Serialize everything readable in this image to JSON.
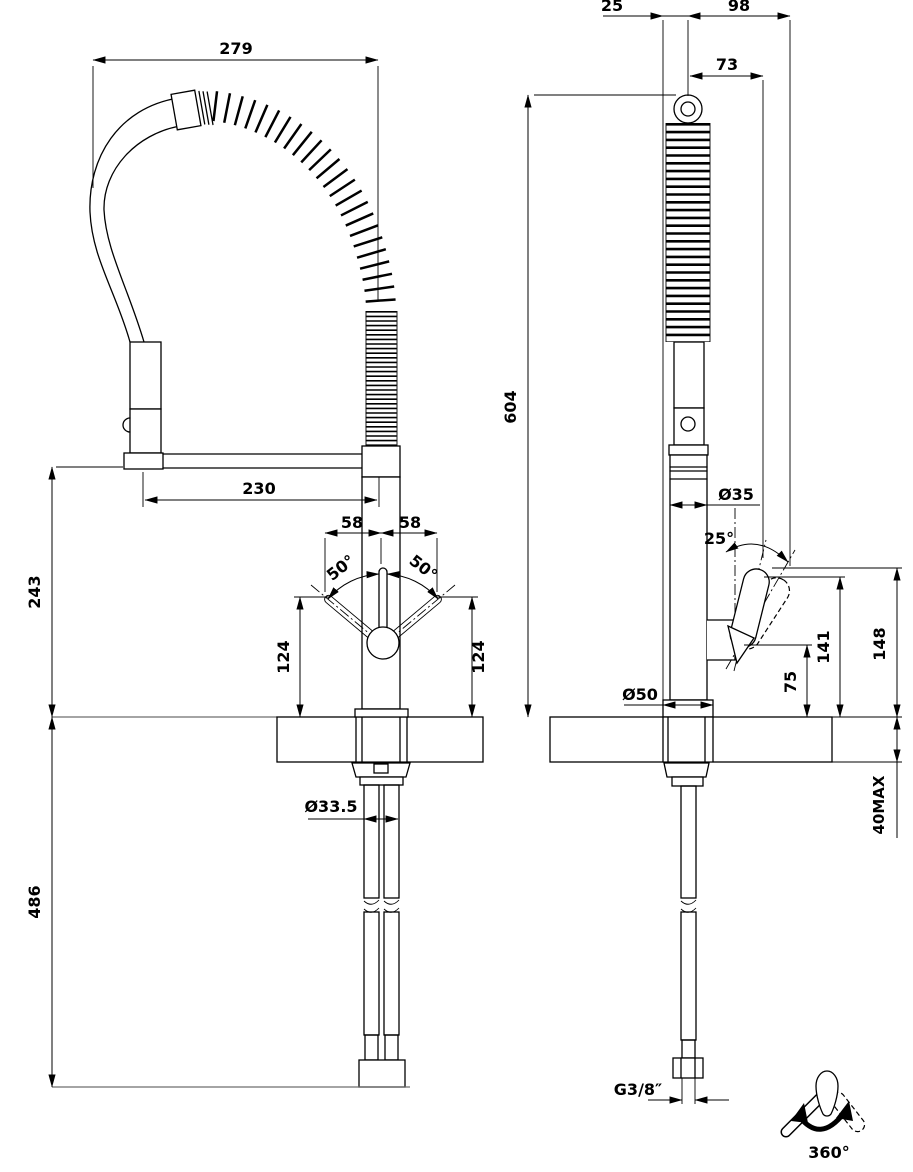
{
  "drawing": {
    "kind": "technical-dimension-drawing",
    "subject": "kitchen mixer tap with pull-down spring spray hose, front view and side view with installation dimensions",
    "units": "mm",
    "line_color": "#000000",
    "background_color": "#ffffff"
  },
  "dims": {
    "front": {
      "hose_loop_width": "279",
      "spout_reach": "230",
      "handle_span_left": "58",
      "handle_span_right": "58",
      "handle_angle_left": "50°",
      "handle_angle_right": "50°",
      "handle_height_left": "124",
      "handle_height_right": "124",
      "outlet_height": "243",
      "hose_length_below_deck": "486",
      "hole_diameter": "Ø33.5"
    },
    "side": {
      "back_offset": "25",
      "front_reach": "98",
      "handle_reach": "73",
      "total_height": "604",
      "body_diameter": "Ø35",
      "handle_tilt_angle": "25°",
      "spout_outlet_height": "141",
      "handle_top_height": "148",
      "handle_pivot_height": "75",
      "base_diameter": "Ø50",
      "deck_thickness_max": "40MAX",
      "supply_thread": "G3/8″",
      "swivel_range": "360°"
    }
  }
}
